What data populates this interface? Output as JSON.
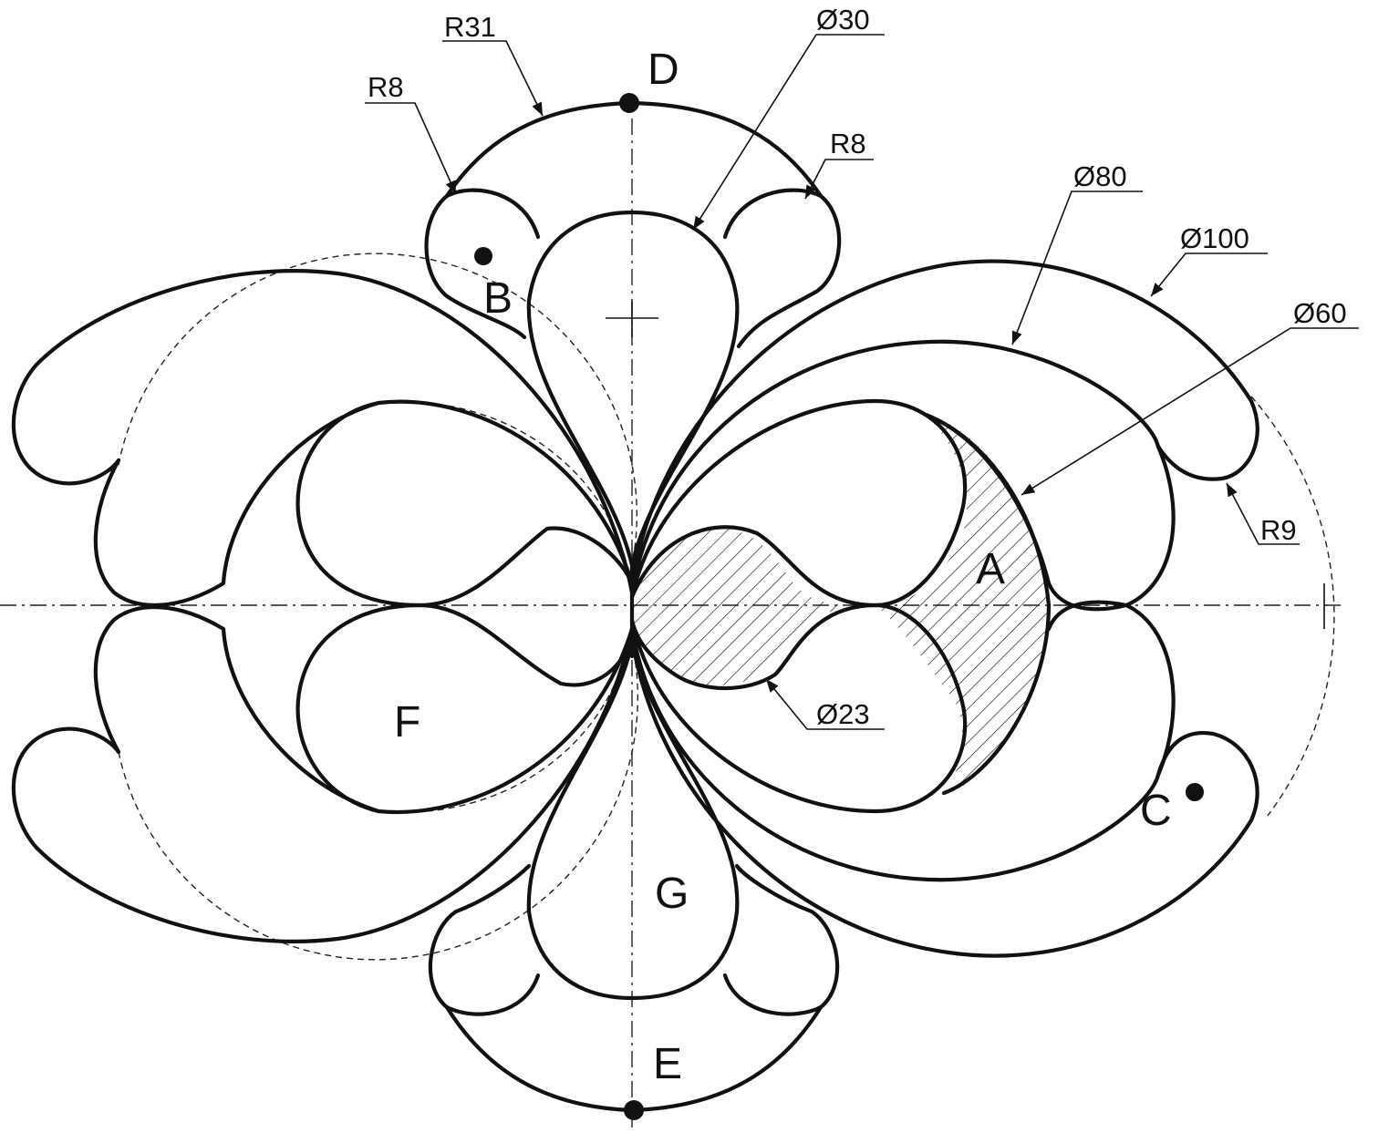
{
  "labels": {
    "a": "A",
    "b": "B",
    "c": "C",
    "d": "D",
    "e": "E",
    "f": "F",
    "g": "G"
  },
  "dimensions": {
    "r31": "R31",
    "dia30": "Ø30",
    "r8_left": "R8",
    "r8_right": "R8",
    "dia80": "Ø80",
    "dia100": "Ø100",
    "dia60": "Ø60",
    "r9": "R9",
    "dia23": "Ø23"
  },
  "colors": {
    "line": "#111111",
    "background": "#ffffff"
  }
}
